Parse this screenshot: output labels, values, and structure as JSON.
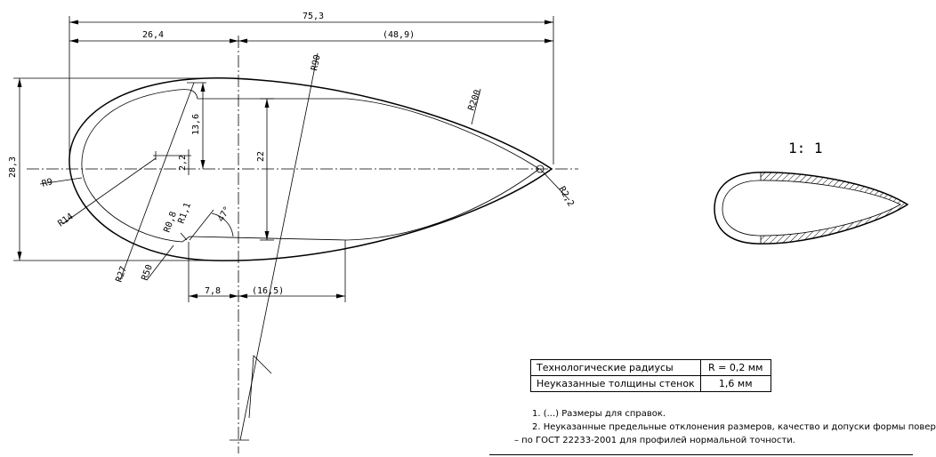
{
  "dimensions": {
    "overall_length": "75,3",
    "front_part": "26,4",
    "rear_part": "(48,9)",
    "height": "28,3",
    "upper_height": "13,6",
    "offset": "2,2",
    "inner_height": "22",
    "lower_front": "7,8",
    "lower_rear": "(16,5)",
    "angle": "47°"
  },
  "radii": {
    "r90": "R90",
    "r200": "R200",
    "r2_2": "R2,2",
    "r9": "R9",
    "r14": "R14",
    "r0_8": "R0,8",
    "r1_1": "R1,1",
    "r27": "R27",
    "r50": "R50"
  },
  "section_scale": "1: 1",
  "table": {
    "rows": [
      {
        "label": "Технологические радиусы",
        "value": "R = 0,2 мм"
      },
      {
        "label": "Неуказанные толщины стенок",
        "value": "1,6 мм"
      }
    ]
  },
  "notes": {
    "n1": "1. (...) Размеры для справок.",
    "n2": "2. Неуказанные предельные отклонения размеров, качество и допуски формы повер",
    "n2_cont": "– по ГОСТ 22233-2001 для профилей нормальной точности."
  }
}
